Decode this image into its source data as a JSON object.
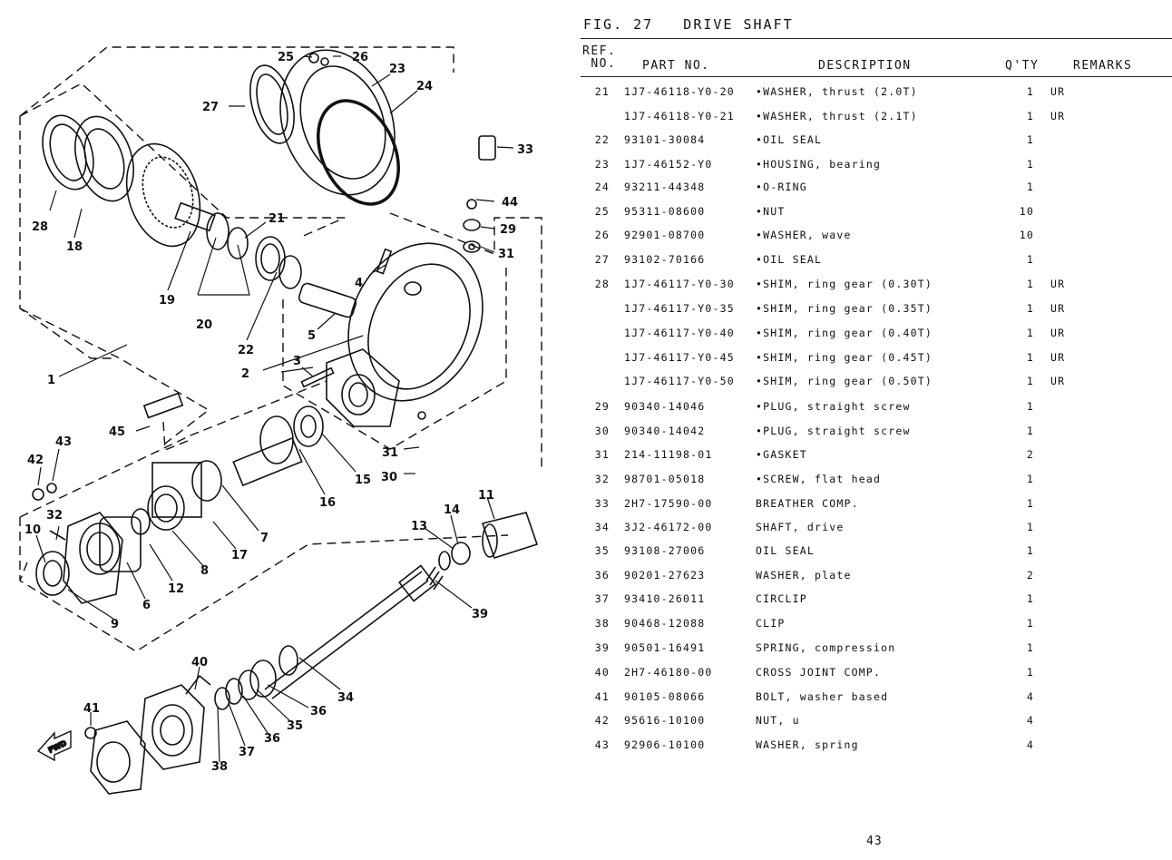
{
  "figure": {
    "title": "FIG. 27   DRIVE SHAFT"
  },
  "table": {
    "headers": {
      "ref": "REF.\n NO.",
      "part": "PART NO.",
      "desc": "DESCRIPTION",
      "qty": "Q'TY",
      "remarks": "REMARKS"
    },
    "rows": [
      {
        "ref": "21",
        "part": "1J7-46118-Y0-20",
        "desc": "•WASHER, thrust (2.0T)",
        "qty": "1",
        "rem": "UR"
      },
      {
        "ref": "",
        "part": "1J7-46118-Y0-21",
        "desc": "•WASHER, thrust (2.1T)",
        "qty": "1",
        "rem": "UR"
      },
      {
        "ref": "22",
        "part": "93101-30084",
        "desc": "•OIL SEAL",
        "qty": "1",
        "rem": ""
      },
      {
        "ref": "23",
        "part": "1J7-46152-Y0",
        "desc": "•HOUSING, bearing",
        "qty": "1",
        "rem": ""
      },
      {
        "ref": "24",
        "part": "93211-44348",
        "desc": "•O-RING",
        "qty": "1",
        "rem": ""
      },
      {
        "ref": "25",
        "part": "95311-08600",
        "desc": "•NUT",
        "qty": "10",
        "rem": ""
      },
      {
        "ref": "26",
        "part": "92901-08700",
        "desc": "•WASHER, wave",
        "qty": "10",
        "rem": ""
      },
      {
        "ref": "27",
        "part": "93102-70166",
        "desc": "•OIL SEAL",
        "qty": "1",
        "rem": ""
      },
      {
        "ref": "28",
        "part": "1J7-46117-Y0-30",
        "desc": "•SHIM, ring gear (0.30T)",
        "qty": "1",
        "rem": "UR"
      },
      {
        "ref": "",
        "part": "1J7-46117-Y0-35",
        "desc": "•SHIM, ring gear (0.35T)",
        "qty": "1",
        "rem": "UR"
      },
      {
        "ref": "",
        "part": "1J7-46117-Y0-40",
        "desc": "•SHIM, ring gear (0.40T)",
        "qty": "1",
        "rem": "UR"
      },
      {
        "ref": "",
        "part": "1J7-46117-Y0-45",
        "desc": "•SHIM, ring gear (0.45T)",
        "qty": "1",
        "rem": "UR"
      },
      {
        "ref": "",
        "part": "1J7-46117-Y0-50",
        "desc": "•SHIM, ring gear (0.50T)",
        "qty": "1",
        "rem": "UR"
      },
      {
        "ref": "29",
        "part": "90340-14046",
        "desc": "•PLUG, straight screw",
        "qty": "1",
        "rem": ""
      },
      {
        "ref": "30",
        "part": "90340-14042",
        "desc": "•PLUG, straight screw",
        "qty": "1",
        "rem": ""
      },
      {
        "ref": "31",
        "part": "214-11198-01",
        "desc": "•GASKET",
        "qty": "2",
        "rem": ""
      },
      {
        "ref": "32",
        "part": "98701-05018",
        "desc": "•SCREW, flat head",
        "qty": "1",
        "rem": ""
      },
      {
        "ref": "33",
        "part": "2H7-17590-00",
        "desc": "BREATHER COMP.",
        "qty": "1",
        "rem": ""
      },
      {
        "ref": "34",
        "part": "3J2-46172-00",
        "desc": "SHAFT, drive",
        "qty": "1",
        "rem": ""
      },
      {
        "ref": "35",
        "part": "93108-27006",
        "desc": "OIL SEAL",
        "qty": "1",
        "rem": ""
      },
      {
        "ref": "36",
        "part": "90201-27623",
        "desc": "WASHER, plate",
        "qty": "2",
        "rem": ""
      },
      {
        "ref": "37",
        "part": "93410-26011",
        "desc": "CIRCLIP",
        "qty": "1",
        "rem": ""
      },
      {
        "ref": "38",
        "part": "90468-12088",
        "desc": "CLIP",
        "qty": "1",
        "rem": ""
      },
      {
        "ref": "39",
        "part": "90501-16491",
        "desc": "SPRING, compression",
        "qty": "1",
        "rem": ""
      },
      {
        "ref": "40",
        "part": "2H7-46180-00",
        "desc": "CROSS JOINT COMP.",
        "qty": "1",
        "rem": ""
      },
      {
        "ref": "41",
        "part": "90105-08066",
        "desc": "BOLT, washer based",
        "qty": "4",
        "rem": ""
      },
      {
        "ref": "42",
        "part": "95616-10100",
        "desc": "NUT, u",
        "qty": "4",
        "rem": ""
      },
      {
        "ref": "43",
        "part": "92906-10100",
        "desc": "WASHER, spring",
        "qty": "4",
        "rem": ""
      }
    ]
  },
  "diagram": {
    "callouts": [
      "1",
      "2",
      "3",
      "4",
      "5",
      "6",
      "7",
      "8",
      "9",
      "10",
      "11",
      "12",
      "13",
      "14",
      "15",
      "16",
      "17",
      "18",
      "19",
      "20",
      "21",
      "22",
      "23",
      "24",
      "25",
      "26",
      "27",
      "28",
      "29",
      "30",
      "31",
      "31",
      "32",
      "33",
      "34",
      "35",
      "36",
      "36",
      "37",
      "38",
      "39",
      "40",
      "41",
      "42",
      "43",
      "44",
      "45"
    ],
    "fwd_label": "FWD"
  },
  "page_number": "43"
}
